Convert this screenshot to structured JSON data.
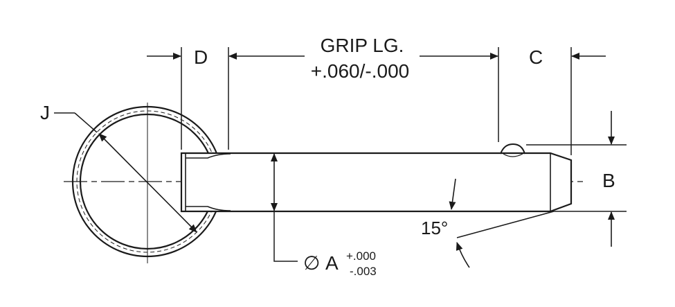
{
  "labels": {
    "dim_d": "D",
    "dim_c": "C",
    "dim_b": "B",
    "dim_j": "J",
    "grip_title": "GRIP LG.",
    "grip_tolerance": "+.060/-.000",
    "angle": "15°",
    "diameter_symbol": "∅",
    "diameter_letter": "A",
    "diameter_tol_upper": "+.000",
    "diameter_tol_lower": "-.003"
  },
  "colors": {
    "line": "#1a1a1a",
    "background": "#ffffff"
  }
}
